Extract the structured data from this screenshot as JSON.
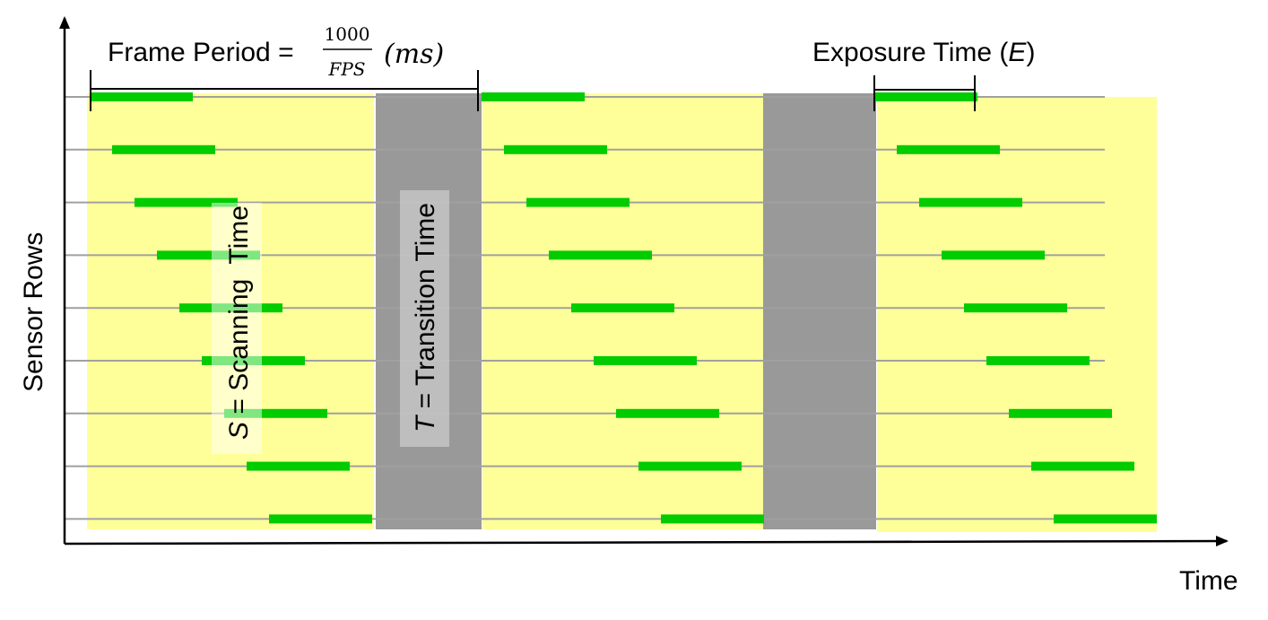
{
  "axes": {
    "y_label": "Sensor Rows",
    "x_label": "Time"
  },
  "frame_period": {
    "label": "Frame Period =",
    "numerator": "1000",
    "denominator": "FPS",
    "unit": "(ms)"
  },
  "exposure": {
    "label_prefix": "Exposure Time (",
    "symbol": "E",
    "label_suffix": ")"
  },
  "scanning": {
    "symbol": "S",
    "label": " = Scanning  Time"
  },
  "transition": {
    "symbol": "T",
    "label": " = Transition Time"
  },
  "colors": {
    "scan_region": "#ffff99",
    "transition_region": "#999999",
    "exposure_bar": "#00cc00",
    "row_line": "#a0a0a0",
    "axis": "#000000"
  },
  "timing": {
    "sensor_rows": 9,
    "frames": 3
  }
}
